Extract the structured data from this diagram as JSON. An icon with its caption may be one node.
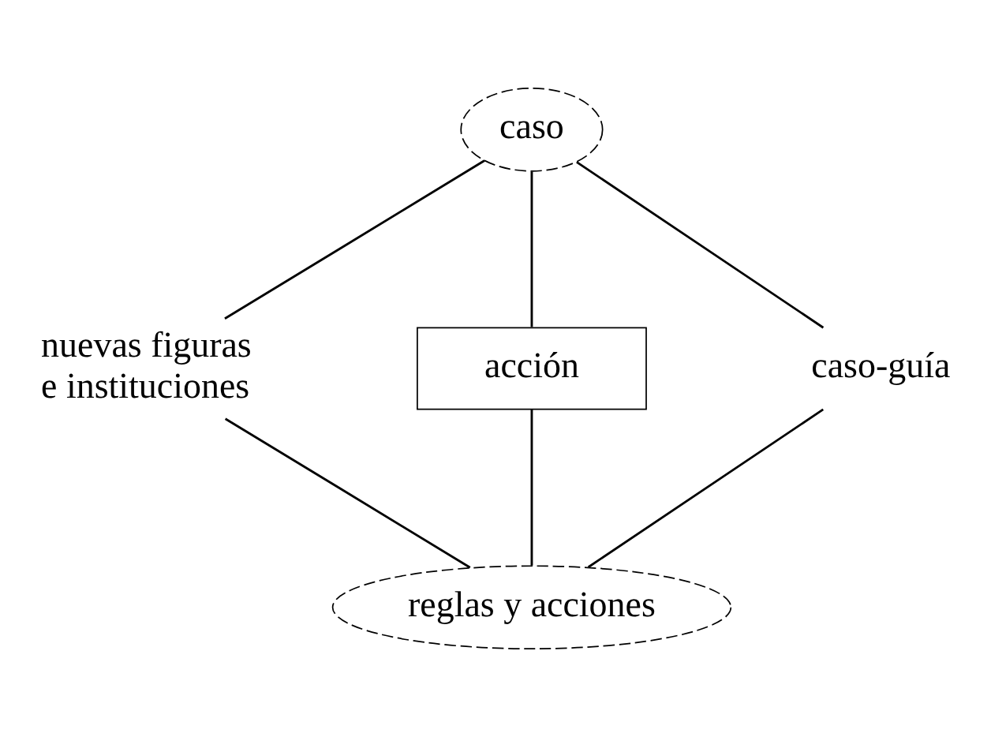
{
  "diagram": {
    "nodes": [
      {
        "text": [
          "caso"
        ]
      },
      {
        "text": [
          "nuevas figuras e instituciones"
        ]
      },
      {
        "text": [
          "acción"
        ]
      },
      {
        "text": [
          "caso-guía"
        ]
      },
      {
        "text": [
          "reglas y acciones"
        ]
      }
    ],
    "edges": [
      {
        "from": 0,
        "to": 1,
        "arrow": "none"
      },
      {
        "from": 0,
        "to": 2,
        "arrow": "none"
      },
      {
        "from": 0,
        "to": 3,
        "arrow": "none"
      },
      {
        "from": 1,
        "to": 4,
        "arrow": "none"
      },
      {
        "from": 2,
        "to": 4,
        "arrow": "none"
      },
      {
        "from": 3,
        "to": 4,
        "arrow": "none"
      }
    ]
  }
}
